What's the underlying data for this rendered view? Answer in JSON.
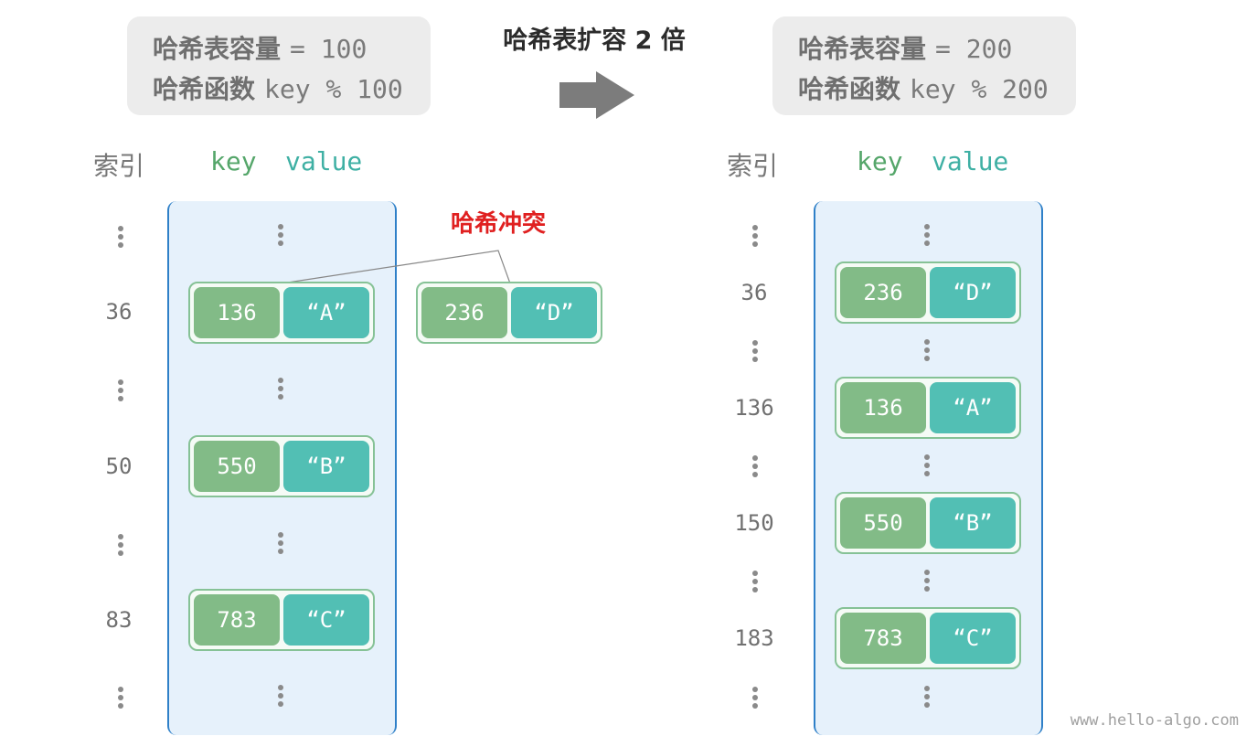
{
  "title": "哈希表扩容 2 倍",
  "before": {
    "capacity_label": "哈希表容量",
    "capacity_value": "= 100",
    "func_label": "哈希函数",
    "func_value": "key % 100",
    "headers": {
      "index": "索引",
      "key": "key",
      "value": "value"
    },
    "rows": [
      {
        "index": "36",
        "key": "136",
        "value": "“A”"
      },
      {
        "index": "50",
        "key": "550",
        "value": "“B”"
      },
      {
        "index": "83",
        "key": "783",
        "value": "“C”"
      }
    ],
    "collision_label": "哈希冲突",
    "collision_entry": {
      "key": "236",
      "value": "“D”"
    }
  },
  "after": {
    "capacity_label": "哈希表容量",
    "capacity_value": "= 200",
    "func_label": "哈希函数",
    "func_value": "key % 200",
    "headers": {
      "index": "索引",
      "key": "key",
      "value": "value"
    },
    "rows": [
      {
        "index": "36",
        "key": "236",
        "value": "“D”"
      },
      {
        "index": "136",
        "key": "136",
        "value": "“A”"
      },
      {
        "index": "150",
        "key": "550",
        "value": "“B”"
      },
      {
        "index": "183",
        "key": "783",
        "value": "“C”"
      }
    ]
  },
  "watermark": "www.hello-algo.com",
  "colors": {
    "key_cell": "#82bb87",
    "value_cell": "#52bfb4",
    "table_bg": "#e6f1fb",
    "table_border": "#2f80c8",
    "conflict": "#e02020"
  }
}
